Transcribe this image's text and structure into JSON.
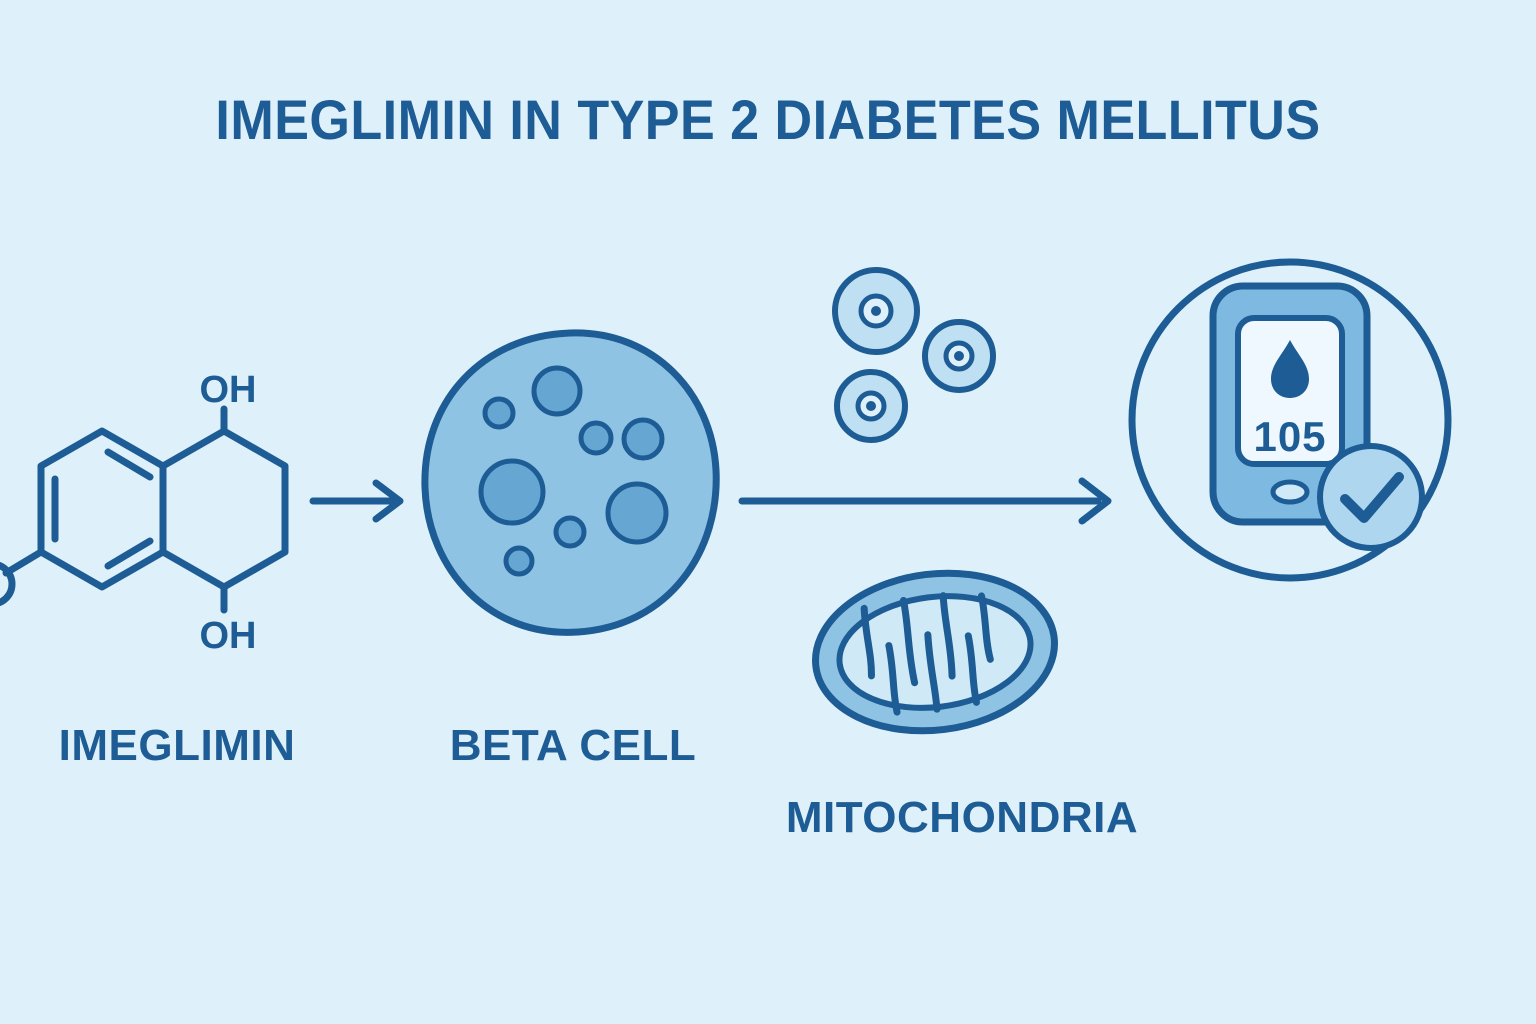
{
  "title": "IMEGLIMIN IN TYPE 2 DIABETES MELLITUS",
  "colors": {
    "background": "#def1fa",
    "ink": "#1d5c94",
    "cell_fill": "#8fc3e4",
    "vesicle_fill": "#66a6d2",
    "granule_fill": "#bfe0f2",
    "meter_body_fill": "#7db9e0",
    "screen_fill": "#eef8fe",
    "badge_fill": "#aed7ef",
    "mito_inner_fill": "#cfe9f7"
  },
  "molecule": {
    "label": "IMEGLIMIN",
    "substituent_top": "OH",
    "substituent_bottom": "OH"
  },
  "beta_cell": {
    "label": "BETA CELL"
  },
  "mitochondria": {
    "label": "MITOCHONDRIA"
  },
  "glucometer": {
    "reading": "105"
  }
}
